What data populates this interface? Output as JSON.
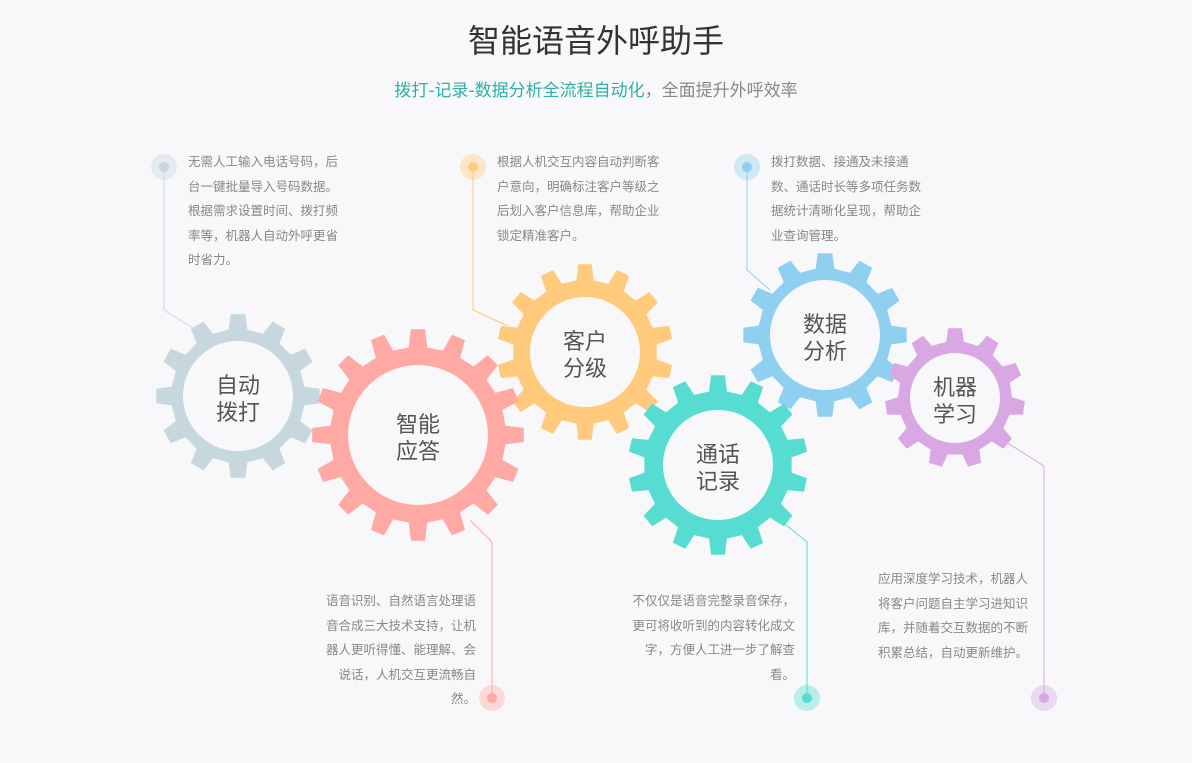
{
  "header": {
    "title": "智能语音外呼助手",
    "subtitle_highlight": "拨打-记录-数据分析全流程自动化",
    "subtitle_rest": "，全面提升外呼效率"
  },
  "gears": [
    {
      "label1": "自动",
      "label2": "拨打",
      "color": "#c6d8dd",
      "desc": "无需人工输入电话号码，后台一键批量导入号码数据。根据需求设置时间、拨打频率等，机器人自动外呼更省时省力。"
    },
    {
      "label1": "智能",
      "label2": "应答",
      "color": "#ffa9a4",
      "desc": "语音识别、自然语言处理语音合成三大技术支持，让机器人更听得懂、能理解、会说话，人机交互更流畅自然。"
    },
    {
      "label1": "客户",
      "label2": "分级",
      "color": "#ffca7b",
      "desc": "根据人机交互内容自动判断客户意向，明确标注客户等级之后划入客户信息库，帮助企业锁定精准客户。"
    },
    {
      "label1": "通话",
      "label2": "记录",
      "color": "#57dcd2",
      "desc": "不仅仅是语音完整录音保存，更可将收听到的内容转化成文字，方便人工进一步了解查看。"
    },
    {
      "label1": "数据",
      "label2": "分析",
      "color": "#8fcff0",
      "desc": "拨打数据、接通及未接通数、通话时长等多项任务数据统计清晰化呈现，帮助企业查询管理。"
    },
    {
      "label1": "机器",
      "label2": "学习",
      "color": "#d8a7e4",
      "desc": "应用深度学习技术，机器人将客户问题自主学习进知识库，并随着交互数据的不断积累总结，自动更新维护。"
    }
  ]
}
